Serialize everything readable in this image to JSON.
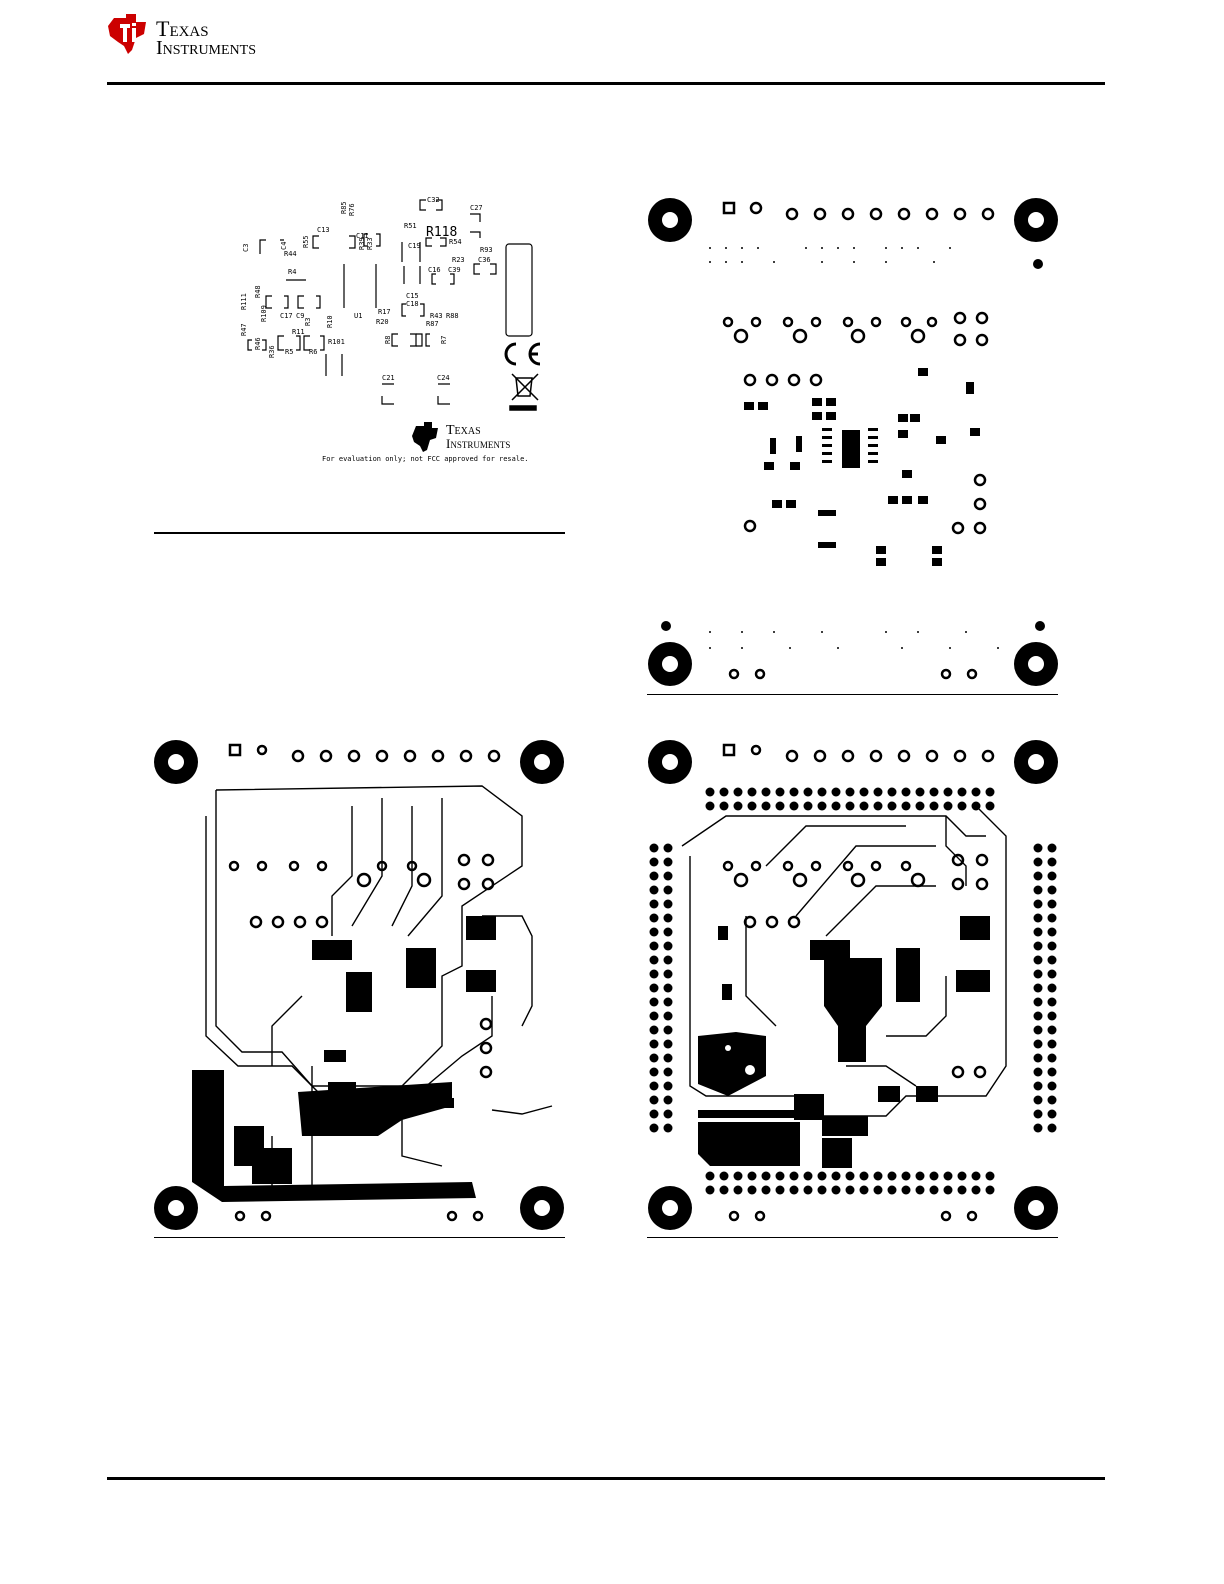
{
  "header": {
    "brand_line1": "Texas",
    "brand_line2": "Instruments",
    "logo_icon": "ti-logo-icon"
  },
  "panels": {
    "silkscreen": {
      "ref_labels": [
        "C32",
        "C27",
        "R85",
        "R76",
        "C13",
        "C11",
        "R55",
        "R51",
        "R118",
        "C3",
        "C4",
        "R44",
        "R4",
        "R54",
        "R93",
        "C19",
        "R23",
        "C36",
        "C16",
        "C39",
        "R111",
        "R48",
        "R109",
        "C17",
        "C9",
        "R3",
        "R10",
        "R11",
        "U1",
        "C15",
        "C18",
        "R17",
        "R20",
        "R43",
        "R88",
        "R87",
        "R47",
        "R46",
        "R36",
        "R5",
        "R6",
        "R101",
        "R8",
        "R7",
        "C21",
        "C24"
      ],
      "marks": {
        "ce_mark": "CE",
        "weee_icon": "weee-bin-icon"
      },
      "board_brand_line1": "Texas",
      "board_brand_line2": "Instruments",
      "disclaimer": "For evaluation only; not FCC approved for resale."
    }
  },
  "colors": {
    "ink": "#000000",
    "brand_red": "#cc0000",
    "paper": "#ffffff"
  }
}
